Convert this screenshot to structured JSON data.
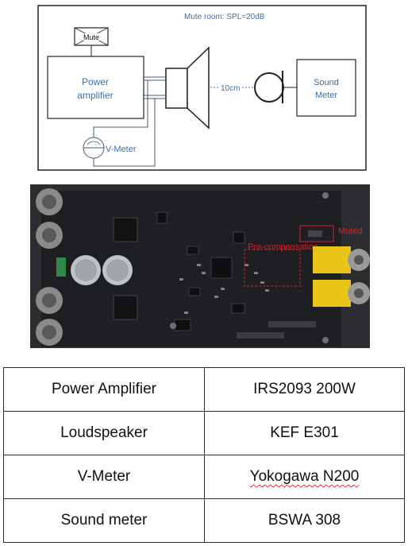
{
  "diagram": {
    "mute_room_label": "Mute room: SPL=20dB",
    "mute_box_label": "Mute",
    "power_amplifier_label_line1": "Power",
    "power_amplifier_label_line2": "amplifier",
    "distance_label": "10cm",
    "sound_meter_label_line1": "Sound",
    "sound_meter_label_line2": "Meter",
    "vmeter_label": "V-Meter"
  },
  "photo": {
    "annotation_precompensation": "Pre-compensation",
    "annotation_muted": "Muted",
    "annotation_color": "#d8202a",
    "board_color": "#1d1f22",
    "connector_color": "#e8c518"
  },
  "specs_table": {
    "rows": [
      {
        "component": "Power Amplifier",
        "model": "IRS2093 200W"
      },
      {
        "component": "Loudspeaker",
        "model": "KEF E301"
      },
      {
        "component": "V-Meter",
        "model": "Yokogawa N200"
      },
      {
        "component": "Sound meter",
        "model": "BSWA 308"
      }
    ]
  },
  "colors": {
    "diagram_text": "#3d6fa8",
    "diagram_lines": "#4a5a70"
  }
}
